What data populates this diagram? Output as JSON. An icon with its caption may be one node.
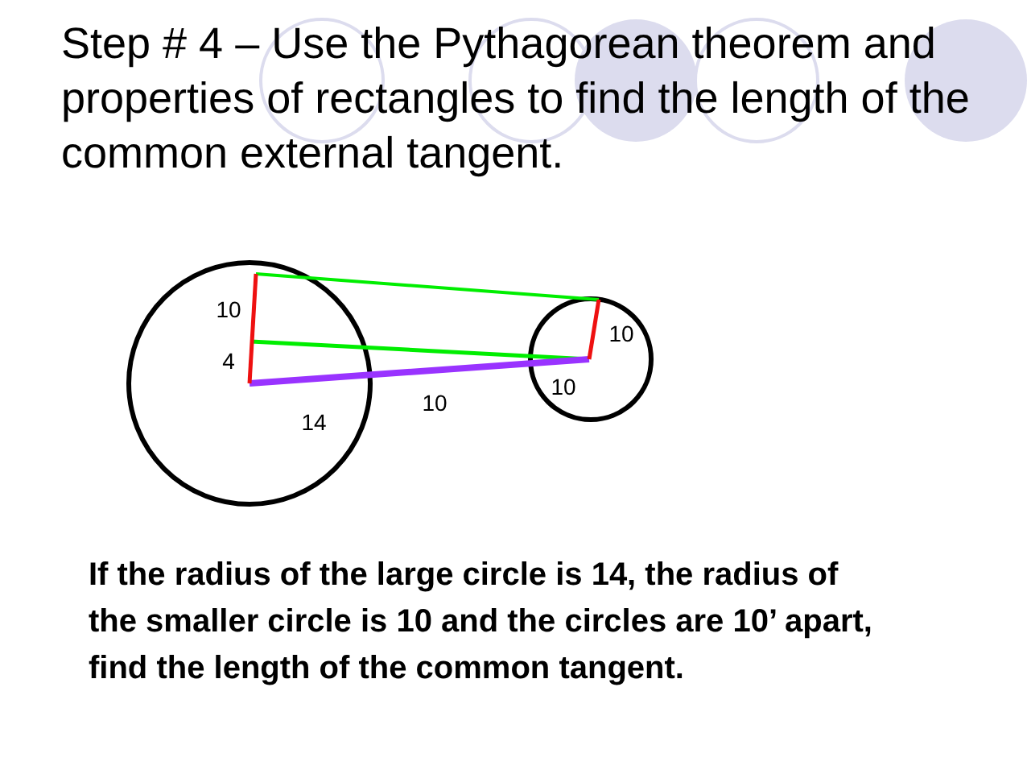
{
  "diagram": {
    "title": "Step # 4 – Use the Pythagorean theorem and properties of rectangles to find the length of the common external tangent.",
    "caption": "If the radius of the large circle is 14, the radius of the smaller circle is 10 and the circles are 10’ apart, find the length of the common tangent.",
    "labels": [
      "10",
      "4",
      "10",
      "10",
      "10",
      "14"
    ]
  }
}
